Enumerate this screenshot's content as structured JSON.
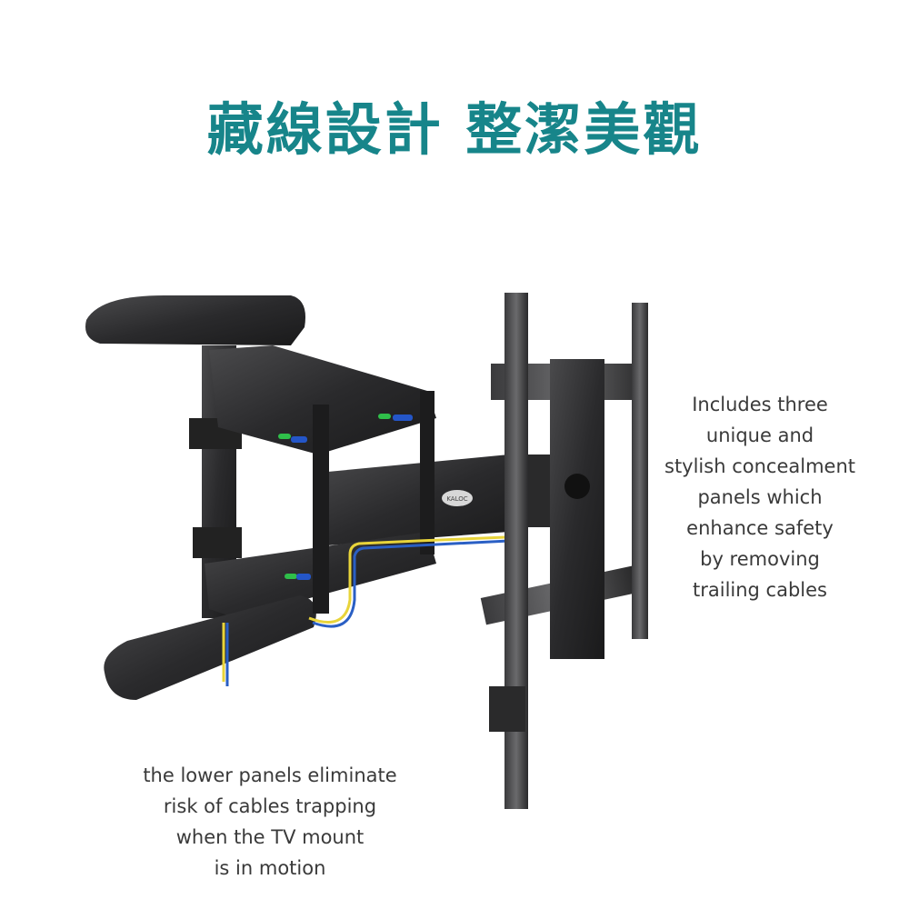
{
  "title": "藏線設計 整潔美觀",
  "captions": {
    "right": [
      "Includes three",
      "unique and",
      "stylish concealment",
      "panels which",
      "enhance safety",
      "by removing",
      "trailing cables"
    ],
    "left": [
      "the lower panels eliminate",
      "risk of cables trapping",
      "when the TV mount",
      "is in motion"
    ]
  },
  "product": {
    "brand_logo": "KALOC",
    "cable_colors": {
      "yellow": "#e8d43a",
      "blue": "#2a5fc4"
    },
    "indicator_colors": {
      "green": "#2fbf4a",
      "blue": "#2456c8"
    }
  },
  "colors": {
    "title": "#17858a",
    "text": "#3a3a3a"
  }
}
